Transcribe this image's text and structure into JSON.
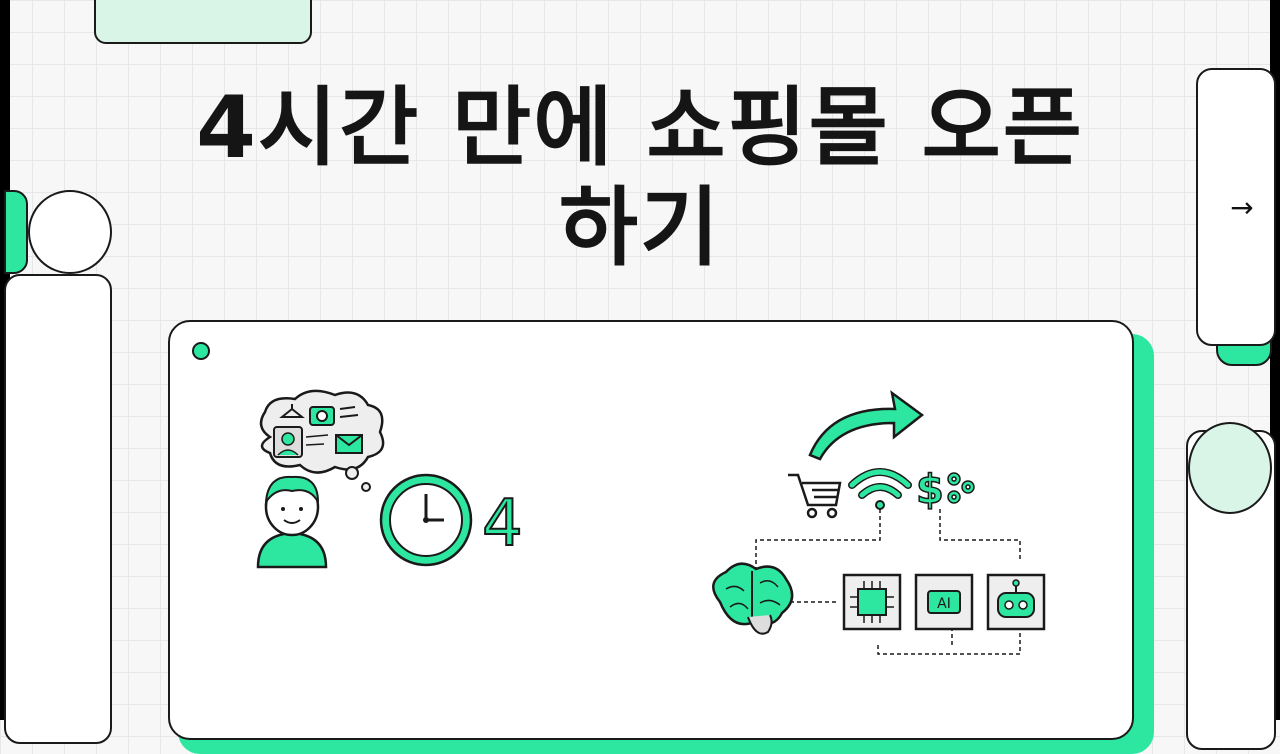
{
  "slide": {
    "title": "4시간 만에 쇼핑몰 오픈 하기",
    "next_arrow": "→",
    "clock_digit": "4",
    "chip_label": "AI"
  },
  "colors": {
    "accent_green": "#2de7a0",
    "pale_green": "#d8f5e8",
    "ink": "#1a1a1a",
    "background": "#f7f7f7"
  },
  "icons": [
    "thought-bubble-icon",
    "person-icon",
    "clock-icon",
    "cart-icon",
    "wifi-icon",
    "dollar-icon",
    "gear-icon",
    "brain-icon",
    "chip-icon",
    "ai-chip-icon",
    "robot-icon",
    "curved-arrow-icon"
  ]
}
